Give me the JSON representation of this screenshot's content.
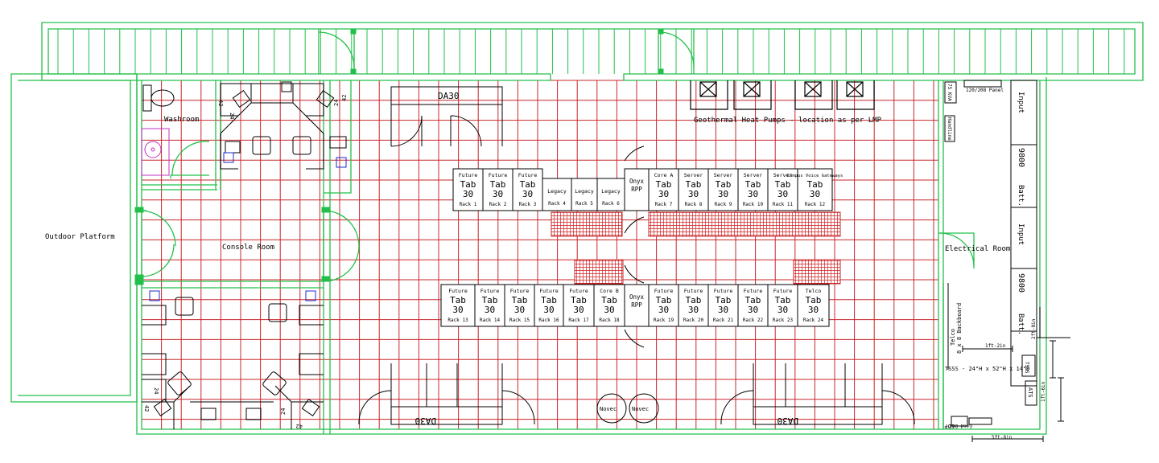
{
  "colors": {
    "wall": "#22c04a",
    "grid": "#c8262a",
    "ink": "#000000",
    "magenta": "#c030c0",
    "blue": "#1a2bd0"
  },
  "labels": {
    "washroom": "Washroom",
    "console_room": "Console Room",
    "outdoor_platform": "Outdoor Platform",
    "electrical_room": "Electrical Room",
    "geothermal": "Geothermal Heat Pumps - location as per LMP",
    "da30_top": "DA30",
    "da30_bottom_left": "DA30",
    "da30_bottom_right": "DA30",
    "novec_1": "Novec",
    "novec_2": "Novec",
    "telco_backboard_1": "Telco",
    "telco_backboard_2": "8 x 8 Backboard",
    "tsss": "TSSS - 24\"H x 52\"H x 14\"D",
    "ats": "ATS",
    "tsss_small": "TSSS",
    "cdp": "CDP",
    "ground_bar": "Grnd Bar",
    "kva": "75 KVA",
    "panel": "120/208 Panel",
    "manual_bypass": "Handline",
    "ups_input_1": "Input",
    "ups_9800_1": "9800",
    "ups_batt_1": "Batt.",
    "ups_input_2": "Input",
    "ups_9800_2": "9800",
    "ups_batt_2": "Batt.",
    "dim_1": "1ft-2in",
    "dim_2": "2ft-0in",
    "dim_3": "1ft-6in",
    "dim_4": "5ft-8in",
    "desk_num_1": "42",
    "desk_num_2": "24",
    "desk_num_3": "24",
    "desk_num_4": "42",
    "desk_num_5": "42",
    "desk_num_6": "24",
    "desk_num_7": "24",
    "desk_num_8": "42"
  },
  "rack_rows": [
    {
      "racks": [
        {
          "top": "Future",
          "mid": "Tab",
          "num": "30",
          "rack": "Rack 1"
        },
        {
          "top": "Future",
          "mid": "Tab",
          "num": "30",
          "rack": "Rack 2"
        },
        {
          "top": "Future",
          "mid": "Tab",
          "num": "30",
          "rack": "Rack 3"
        },
        {
          "top": "Legacy",
          "mid": "",
          "num": "",
          "rack": "Rack 4"
        },
        {
          "top": "Legacy",
          "mid": "",
          "num": "",
          "rack": "Rack 5"
        },
        {
          "top": "Legacy",
          "mid": "",
          "num": "",
          "rack": "Rack 6"
        },
        {
          "top": "Onyx",
          "mid": "RPP",
          "num": "",
          "rack": ""
        },
        {
          "top": "Core A",
          "mid": "Tab",
          "num": "30",
          "rack": "Rack 7"
        },
        {
          "top": "Server",
          "mid": "Tab",
          "num": "30",
          "rack": "Rack 8"
        },
        {
          "top": "Server",
          "mid": "Tab",
          "num": "30",
          "rack": "Rack 9"
        },
        {
          "top": "Server",
          "mid": "Tab",
          "num": "30",
          "rack": "Rack 10"
        },
        {
          "top": "Server",
          "mid": "Tab",
          "num": "30",
          "rack": "Rack 11"
        },
        {
          "top": "Campus Voice Gateways",
          "mid": "Tab",
          "num": "30",
          "rack": "Rack 12"
        }
      ]
    },
    {
      "racks": [
        {
          "top": "Future",
          "mid": "Tab",
          "num": "30",
          "rack": "Rack 13"
        },
        {
          "top": "Future",
          "mid": "Tab",
          "num": "30",
          "rack": "Rack 14"
        },
        {
          "top": "Future",
          "mid": "Tab",
          "num": "30",
          "rack": "Rack 15"
        },
        {
          "top": "Future",
          "mid": "Tab",
          "num": "30",
          "rack": "Rack 16"
        },
        {
          "top": "Future",
          "mid": "Tab",
          "num": "30",
          "rack": "Rack 17"
        },
        {
          "top": "Core B",
          "mid": "Tab",
          "num": "30",
          "rack": "Rack 18"
        },
        {
          "top": "Onyx",
          "mid": "RPP",
          "num": "",
          "rack": ""
        },
        {
          "top": "Future",
          "mid": "Tab",
          "num": "30",
          "rack": "Rack 19"
        },
        {
          "top": "Future",
          "mid": "Tab",
          "num": "30",
          "rack": "Rack 20"
        },
        {
          "top": "Future",
          "mid": "Tab",
          "num": "30",
          "rack": "Rack 21"
        },
        {
          "top": "Future",
          "mid": "Tab",
          "num": "30",
          "rack": "Rack 22"
        },
        {
          "top": "Future",
          "mid": "Tab",
          "num": "30",
          "rack": "Rack 23"
        },
        {
          "top": "Telco",
          "mid": "Tab",
          "num": "30",
          "rack": "Rack 24"
        }
      ]
    }
  ]
}
